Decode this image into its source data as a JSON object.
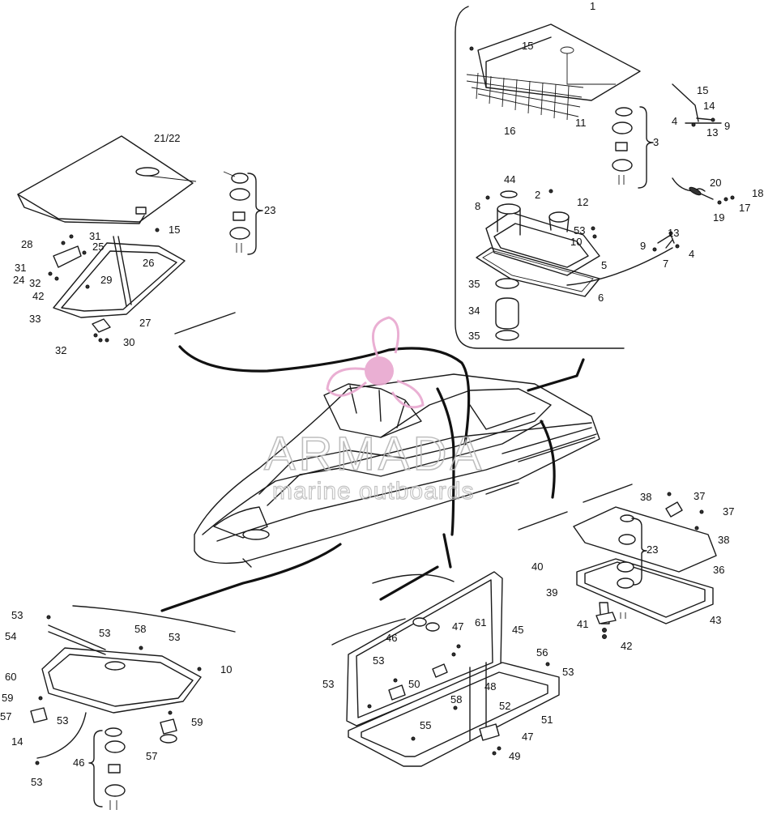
{
  "watermark": {
    "brand": "ARMADA",
    "tagline": "marine outboards",
    "logo_color": "#e8a7cf",
    "logo_icon": "propeller-logo-icon",
    "text_color": "#b8b8b8"
  },
  "colors": {
    "line": "#1a1a1a",
    "background": "#ffffff"
  },
  "callouts": [
    {
      "id": "c-1",
      "text": "1"
    },
    {
      "id": "c-15a",
      "text": "15"
    },
    {
      "id": "c-15b",
      "text": "15"
    },
    {
      "id": "c-14",
      "text": "14"
    },
    {
      "id": "c-4a",
      "text": "4"
    },
    {
      "id": "c-13a",
      "text": "13"
    },
    {
      "id": "c-9a",
      "text": "9"
    },
    {
      "id": "c-11",
      "text": "11"
    },
    {
      "id": "c-16",
      "text": "16"
    },
    {
      "id": "c-3",
      "text": "3"
    },
    {
      "id": "c-20",
      "text": "20"
    },
    {
      "id": "c-18",
      "text": "18"
    },
    {
      "id": "c-17",
      "text": "17"
    },
    {
      "id": "c-19",
      "text": "19"
    },
    {
      "id": "c-44",
      "text": "44"
    },
    {
      "id": "c-2",
      "text": "2"
    },
    {
      "id": "c-12",
      "text": "12"
    },
    {
      "id": "c-8",
      "text": "8"
    },
    {
      "id": "c-53a",
      "text": "53"
    },
    {
      "id": "c-10a",
      "text": "10"
    },
    {
      "id": "c-13b",
      "text": "13"
    },
    {
      "id": "c-9b",
      "text": "9"
    },
    {
      "id": "c-4b",
      "text": "4"
    },
    {
      "id": "c-7",
      "text": "7"
    },
    {
      "id": "c-5",
      "text": "5"
    },
    {
      "id": "c-6",
      "text": "6"
    },
    {
      "id": "c-35a",
      "text": "35"
    },
    {
      "id": "c-34",
      "text": "34"
    },
    {
      "id": "c-35b",
      "text": "35"
    },
    {
      "id": "c-2122",
      "text": "21/22"
    },
    {
      "id": "c-23a",
      "text": "23"
    },
    {
      "id": "c-15c",
      "text": "15"
    },
    {
      "id": "c-28",
      "text": "28"
    },
    {
      "id": "c-31a",
      "text": "31"
    },
    {
      "id": "c-25",
      "text": "25"
    },
    {
      "id": "c-31b",
      "text": "31"
    },
    {
      "id": "c-26",
      "text": "26"
    },
    {
      "id": "c-24",
      "text": "24"
    },
    {
      "id": "c-32a",
      "text": "32"
    },
    {
      "id": "c-29",
      "text": "29"
    },
    {
      "id": "c-42a",
      "text": "42"
    },
    {
      "id": "c-33",
      "text": "33"
    },
    {
      "id": "c-27",
      "text": "27"
    },
    {
      "id": "c-32b",
      "text": "32"
    },
    {
      "id": "c-30",
      "text": "30"
    },
    {
      "id": "c-38a",
      "text": "38"
    },
    {
      "id": "c-37a",
      "text": "37"
    },
    {
      "id": "c-37b",
      "text": "37"
    },
    {
      "id": "c-38b",
      "text": "38"
    },
    {
      "id": "c-23b",
      "text": "23"
    },
    {
      "id": "c-36",
      "text": "36"
    },
    {
      "id": "c-40",
      "text": "40"
    },
    {
      "id": "c-39",
      "text": "39"
    },
    {
      "id": "c-43",
      "text": "43"
    },
    {
      "id": "c-41",
      "text": "41"
    },
    {
      "id": "c-42b",
      "text": "42"
    },
    {
      "id": "c-53b",
      "text": "53"
    },
    {
      "id": "c-54",
      "text": "54"
    },
    {
      "id": "c-53c",
      "text": "53"
    },
    {
      "id": "c-58a",
      "text": "58"
    },
    {
      "id": "c-53d",
      "text": "53"
    },
    {
      "id": "c-10b",
      "text": "10"
    },
    {
      "id": "c-60",
      "text": "60"
    },
    {
      "id": "c-59a",
      "text": "59"
    },
    {
      "id": "c-57a",
      "text": "57"
    },
    {
      "id": "c-53e",
      "text": "53"
    },
    {
      "id": "c-14b",
      "text": "14"
    },
    {
      "id": "c-59b",
      "text": "59"
    },
    {
      "id": "c-57b",
      "text": "57"
    },
    {
      "id": "c-46a",
      "text": "46"
    },
    {
      "id": "c-53f",
      "text": "53"
    },
    {
      "id": "c-45",
      "text": "45"
    },
    {
      "id": "c-46b",
      "text": "46"
    },
    {
      "id": "c-47a",
      "text": "47"
    },
    {
      "id": "c-61",
      "text": "61"
    },
    {
      "id": "c-53g",
      "text": "53"
    },
    {
      "id": "c-56",
      "text": "56"
    },
    {
      "id": "c-53h",
      "text": "53"
    },
    {
      "id": "c-53i",
      "text": "53"
    },
    {
      "id": "c-50",
      "text": "50"
    },
    {
      "id": "c-48",
      "text": "48"
    },
    {
      "id": "c-58b",
      "text": "58"
    },
    {
      "id": "c-55",
      "text": "55"
    },
    {
      "id": "c-52",
      "text": "52"
    },
    {
      "id": "c-51",
      "text": "51"
    },
    {
      "id": "c-47b",
      "text": "47"
    },
    {
      "id": "c-49",
      "text": "49"
    }
  ]
}
